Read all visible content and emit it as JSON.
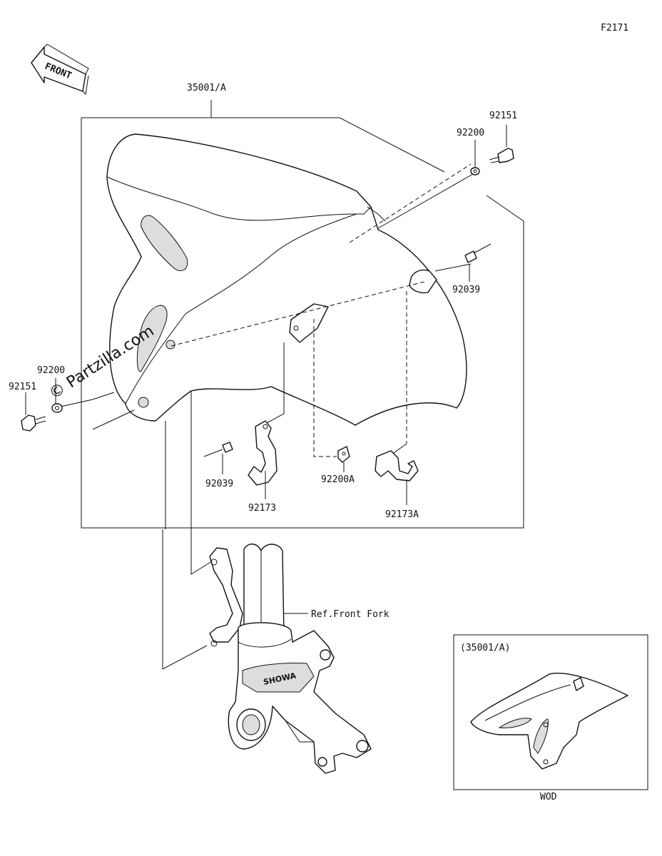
{
  "figure_code": "F2171",
  "front_label": "FRONT",
  "watermark": "© Partzilla.com",
  "parts": {
    "fender": "35001/A",
    "bolt_right": "92151",
    "washer_right": "92200",
    "rivet_right": "92039",
    "bolt_left": "92151",
    "washer_left": "92200",
    "rivet_left": "92039",
    "clamp_left": "92173",
    "washer_mid": "92200A",
    "clamp_right": "92173A",
    "fork_ref": "Ref.Front Fork"
  },
  "inset": {
    "title": "(35001/A)",
    "caption": "WOD"
  },
  "fork_brand": "SHOWA"
}
